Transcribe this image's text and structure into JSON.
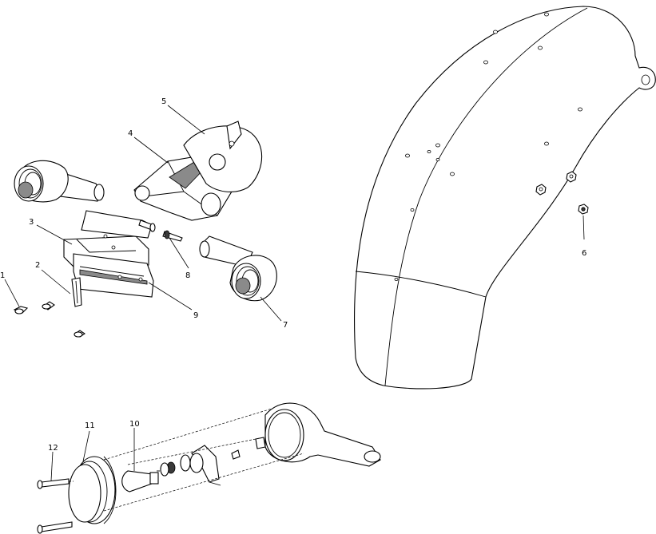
{
  "diagram": {
    "callouts": [
      {
        "id": "1",
        "label": "1"
      },
      {
        "id": "2",
        "label": "2"
      },
      {
        "id": "3",
        "label": "3"
      },
      {
        "id": "4",
        "label": "4"
      },
      {
        "id": "5",
        "label": "5"
      },
      {
        "id": "6",
        "label": "6"
      },
      {
        "id": "7",
        "label": "7"
      },
      {
        "id": "8",
        "label": "8"
      },
      {
        "id": "9",
        "label": "9"
      },
      {
        "id": "10",
        "label": "10"
      },
      {
        "id": "11",
        "label": "11"
      },
      {
        "id": "12",
        "label": "12"
      }
    ],
    "colors": {
      "line": "#000000",
      "fill": "#ffffff",
      "shade": "#8a8a8a"
    }
  }
}
